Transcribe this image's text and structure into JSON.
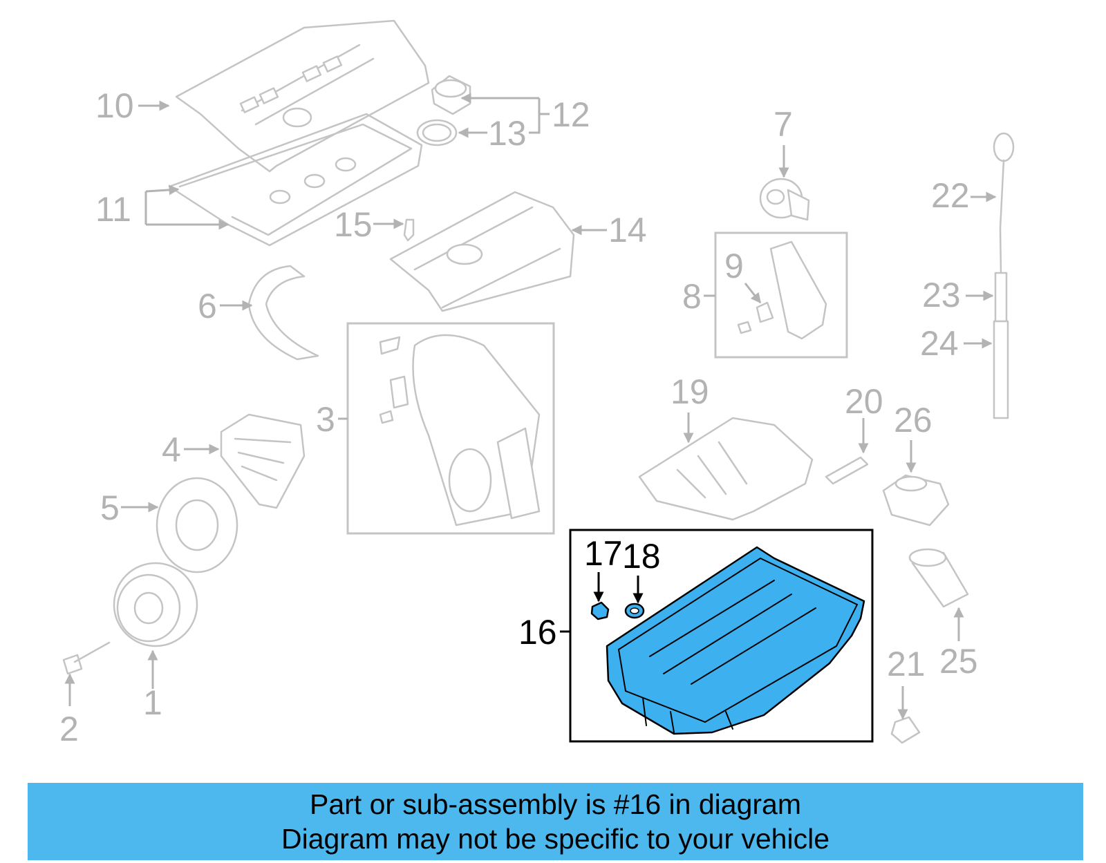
{
  "diagram": {
    "highlight_color": "#3db0ef",
    "callouts": {
      "c1": "1",
      "c2": "2",
      "c3": "3",
      "c4": "4",
      "c5": "5",
      "c6": "6",
      "c7": "7",
      "c8": "8",
      "c9": "9",
      "c10": "10",
      "c11": "11",
      "c12": "12",
      "c13": "13",
      "c14": "14",
      "c15": "15",
      "c16": "16",
      "c17": "17",
      "c18": "18",
      "c19": "19",
      "c20": "20",
      "c21": "21",
      "c22": "22",
      "c23": "23",
      "c24": "24",
      "c25": "25",
      "c26": "26"
    },
    "highlighted_part": "16"
  },
  "banner": {
    "line1": "Part or sub-assembly is #16 in diagram",
    "line2": "Diagram may not be specific to your vehicle",
    "background_color": "#4db8ee"
  }
}
